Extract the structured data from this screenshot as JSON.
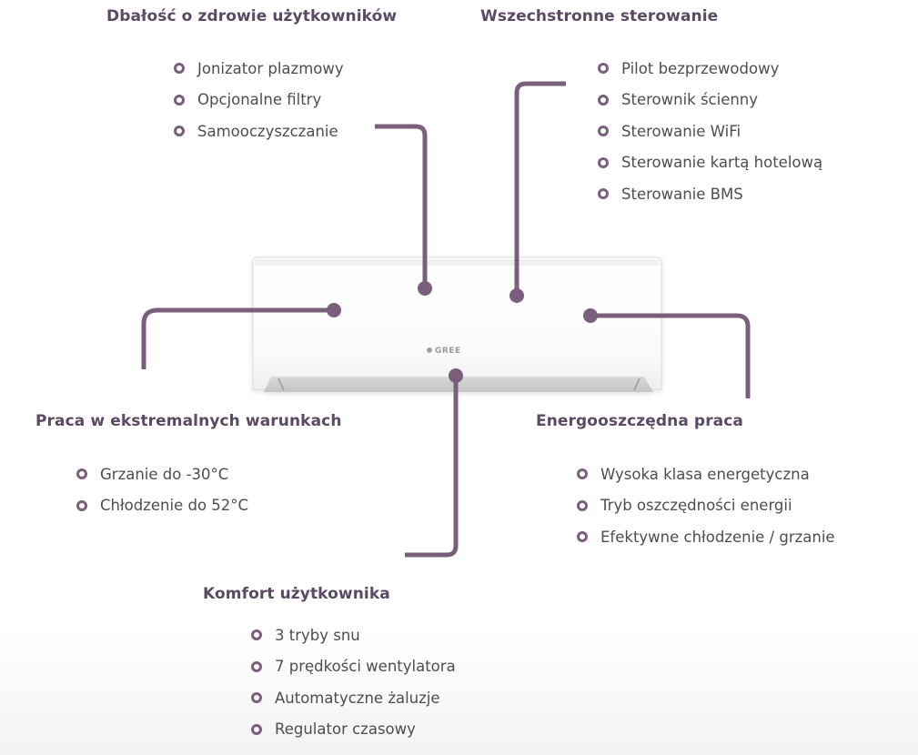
{
  "colors": {
    "accent": "#7a5f7c",
    "heading": "#5a4a63",
    "text": "#4d4d4d"
  },
  "unit": {
    "logo_text": "GREE"
  },
  "features": {
    "health": {
      "title": "Dbałość o zdrowie użytkowników",
      "items": [
        "Jonizator plazmowy",
        "Opcjonalne filtry",
        "Samooczyszczanie"
      ]
    },
    "control": {
      "title": "Wszechstronne sterowanie",
      "items": [
        "Pilot bezprzewodowy",
        "Sterownik ścienny",
        "Sterowanie WiFi",
        "Sterowanie kartą hotelową",
        "Sterowanie BMS"
      ]
    },
    "extreme": {
      "title": "Praca w ekstremalnych warunkach",
      "items": [
        "Grzanie do -30°C",
        "Chłodzenie do 52°C"
      ]
    },
    "energy": {
      "title": "Energooszczędna praca",
      "items": [
        "Wysoka klasa energetyczna",
        "Tryb oszczędności energii",
        "Efektywne chłodzenie / grzanie"
      ]
    },
    "comfort": {
      "title": "Komfort użytkownika",
      "items": [
        "3 tryby snu",
        "7 prędkości wentylatora",
        "Automatyczne żaluzje",
        "Regulator czasowy"
      ]
    }
  }
}
